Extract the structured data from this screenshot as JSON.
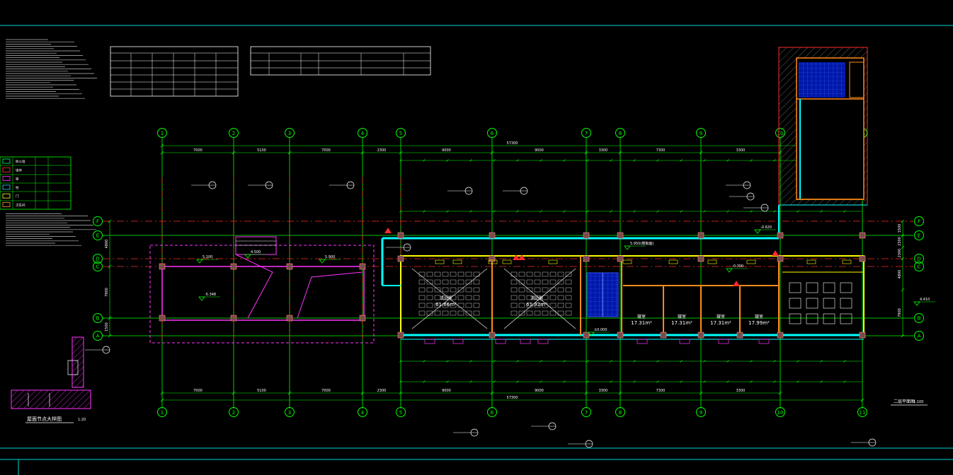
{
  "axes": {
    "numbered": [
      "1",
      "2",
      "3",
      "4",
      "5",
      "6",
      "7",
      "8",
      "9",
      "10",
      "11"
    ],
    "lettered": [
      "F",
      "E",
      "D",
      "C",
      "B",
      "A"
    ]
  },
  "dimensions": {
    "overall_top": "57300",
    "overall_bottom": "57300",
    "bays_top": [
      "7000",
      "5100",
      "7000",
      "2300",
      "9000",
      "9000",
      "3300",
      "7300",
      "3300"
    ],
    "bays_bottom": [
      "7000",
      "5100",
      "7000",
      "2300",
      "9000",
      "9000",
      "3300",
      "7300",
      "3300"
    ],
    "left_vertical": [
      "4800",
      "7900",
      "1500"
    ],
    "right_vertical": [
      "1500",
      "2300",
      "2300",
      "4800",
      "7900"
    ]
  },
  "rooms": [
    {
      "name": "活动室",
      "area": "61.66m²"
    },
    {
      "name": "活动室",
      "area": "61.92m²"
    },
    {
      "name": "寝室",
      "area": "17.31m²"
    },
    {
      "name": "寝室",
      "area": "17.31m²"
    },
    {
      "name": "寝室",
      "area": "17.31m²"
    },
    {
      "name": "寝室",
      "area": "17.99m²"
    }
  ],
  "elevations": {
    "stair_landing": "4.500",
    "north_corridor": "-0.620",
    "ramp_left": "-0.300",
    "terrace": "5.100",
    "terrace_right": "5.900",
    "room_area": "-5.348",
    "corridor_line": "5.950(楼板面)",
    "right_marker": "4.410",
    "entrance": "±0.000"
  },
  "titles": {
    "plan": "二层平面图",
    "plan_scale": "1:100",
    "detail": "屋面节点大样图",
    "detail_scale": "1:20"
  },
  "legend_symbols": [
    {
      "label": "防火墙",
      "color": "#00ff66"
    },
    {
      "label": "墙体",
      "color": "#ff3b3b"
    },
    {
      "label": "窗",
      "color": "#ff33ff"
    },
    {
      "label": "柱",
      "color": "#33ccff"
    },
    {
      "label": "门",
      "color": "#ffff33"
    },
    {
      "label": "卫生间",
      "color": "#ff9933"
    }
  ],
  "colors": {
    "grid": "#00ff00",
    "axis_red": "#ff2a2a",
    "wall_yellow": "#ffff00",
    "window_cyan": "#00ffff",
    "orange": "#ff8c1a",
    "magenta": "#ff33ff",
    "stair_blue": "#0033ff",
    "frame_cyan": "#00d6d6",
    "text_white": "#ffffff"
  }
}
